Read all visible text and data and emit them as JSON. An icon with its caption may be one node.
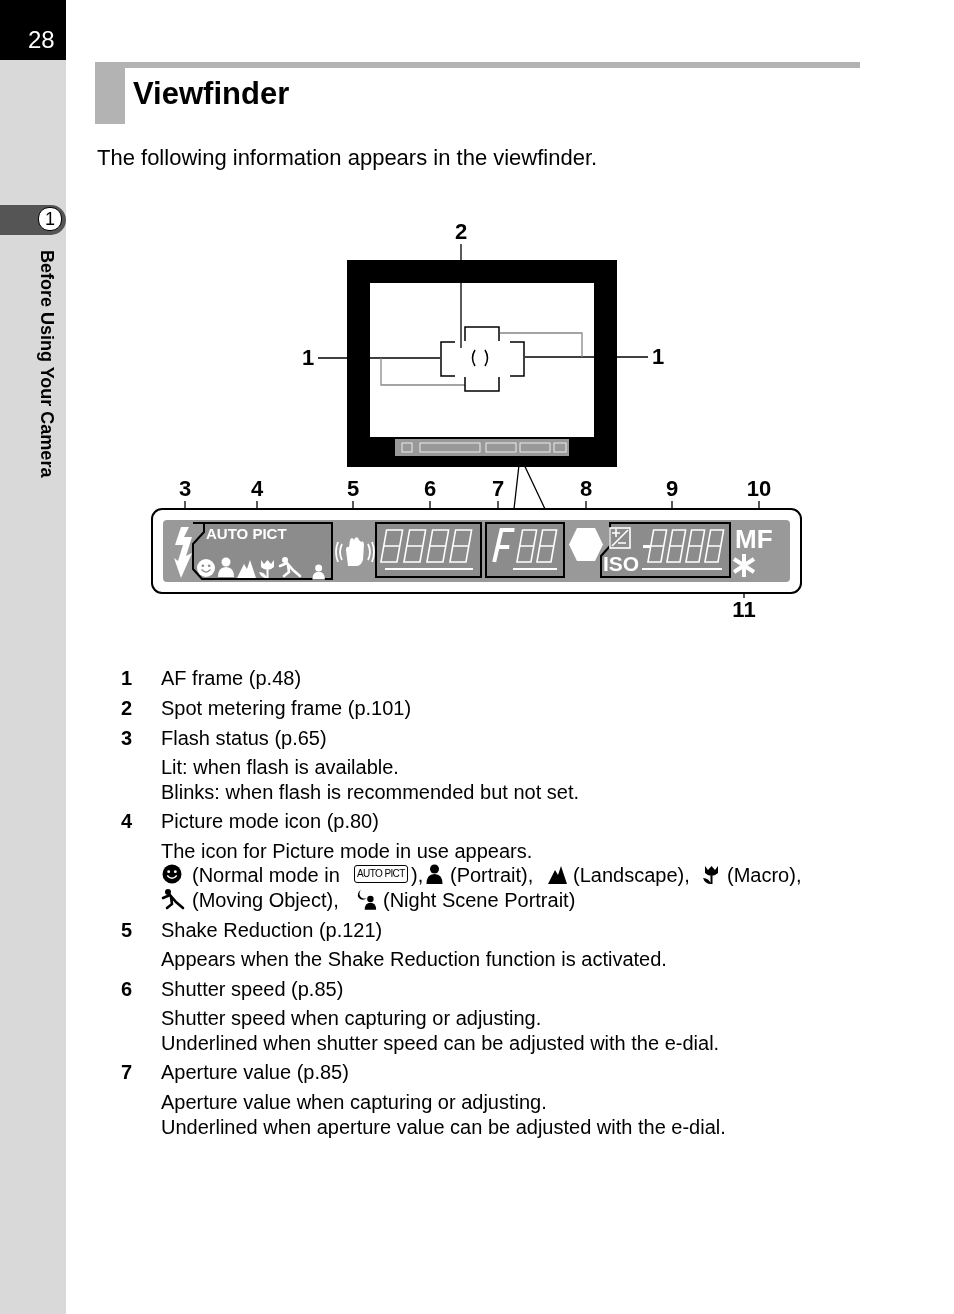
{
  "diagram": {
    "title": "Viewfinder",
    "nodes": [
      {
        "text": [
          "2"
        ]
      },
      {
        "text": [
          "1"
        ]
      },
      {
        "text": [
          "1"
        ]
      },
      {
        "text": [],
        "shape": "box"
      },
      {
        "text": [],
        "shape": "box",
        "in": 3
      },
      {
        "text": [],
        "shape": "bar"
      },
      {
        "text": [
          "3"
        ]
      },
      {
        "text": [
          "4"
        ]
      },
      {
        "text": [
          "5"
        ]
      },
      {
        "text": [
          "6"
        ]
      },
      {
        "text": [
          "7"
        ]
      },
      {
        "text": [
          "8"
        ]
      },
      {
        "text": [
          "9"
        ]
      },
      {
        "text": [
          "10"
        ]
      },
      {
        "text": [],
        "shape": "box"
      },
      {
        "text": [],
        "shape": "picture",
        "in": 14
      },
      {
        "text": [
          "AUTO PICT"
        ],
        "in": 14
      },
      {
        "text": [],
        "shape": "picture",
        "in": 14
      },
      {
        "text": [],
        "shape": "box",
        "in": 14
      },
      {
        "text": [],
        "shape": "box",
        "in": 14
      },
      {
        "text": [],
        "shape": "hexagon",
        "in": 14
      },
      {
        "text": [
          "ISO"
        ],
        "in": 14
      },
      {
        "text": [
          "MF"
        ],
        "in": 14
      },
      {
        "text": [],
        "shape": "picture",
        "in": 14
      },
      {
        "text": [
          "11"
        ]
      }
    ],
    "edges": [
      {
        "from": 0,
        "to": 4,
        "arrow": "none"
      },
      {
        "from": 1,
        "to": 3,
        "arrow": "none"
      },
      {
        "from": 2,
        "to": 3,
        "arrow": "none"
      },
      {
        "from": 6,
        "to": 15,
        "arrow": "none"
      },
      {
        "from": 7,
        "to": 16,
        "arrow": "none"
      },
      {
        "from": 8,
        "to": 17,
        "arrow": "none"
      },
      {
        "from": 9,
        "to": 18,
        "arrow": "none"
      },
      {
        "from": 10,
        "to": 19,
        "arrow": "none"
      },
      {
        "from": 11,
        "to": 20,
        "arrow": "none"
      },
      {
        "from": 12,
        "to": 21,
        "arrow": "none"
      },
      {
        "from": 13,
        "to": 22,
        "arrow": "none"
      },
      {
        "from": 24,
        "to": 23,
        "arrow": "none"
      },
      {
        "from": 5,
        "to": 14,
        "arrow": "none"
      }
    ],
    "labels": [
      "28",
      "1",
      "Before Using Your Camera",
      "The following information appears in the viewfinder.",
      "1",
      "AF frame (p.48)",
      "2",
      "Spot metering frame (p.101)",
      "3",
      "Flash status (p.65)",
      "Lit: when flash is available.",
      "Blinks: when flash is recommended but not set.",
      "4",
      "Picture mode icon (p.80)",
      "The icon for Picture mode in use appears.",
      "(Normal mode in",
      "AUTO PICT",
      "),",
      "(Portrait),",
      "(Landscape),",
      "(Macro),",
      "(Moving Object),",
      "(Night Scene Portrait)",
      "5",
      "Shake Reduction (p.121)",
      "Appears when the Shake Reduction function is activated.",
      "6",
      "Shutter speed (p.85)",
      "Shutter speed when capturing or adjusting.",
      "Underlined when shutter speed can be adjusted with the e-dial.",
      "7",
      "Aperture value (p.85)",
      "Aperture value when capturing or adjusting.",
      "Underlined when aperture value can be adjusted with the e-dial."
    ]
  }
}
